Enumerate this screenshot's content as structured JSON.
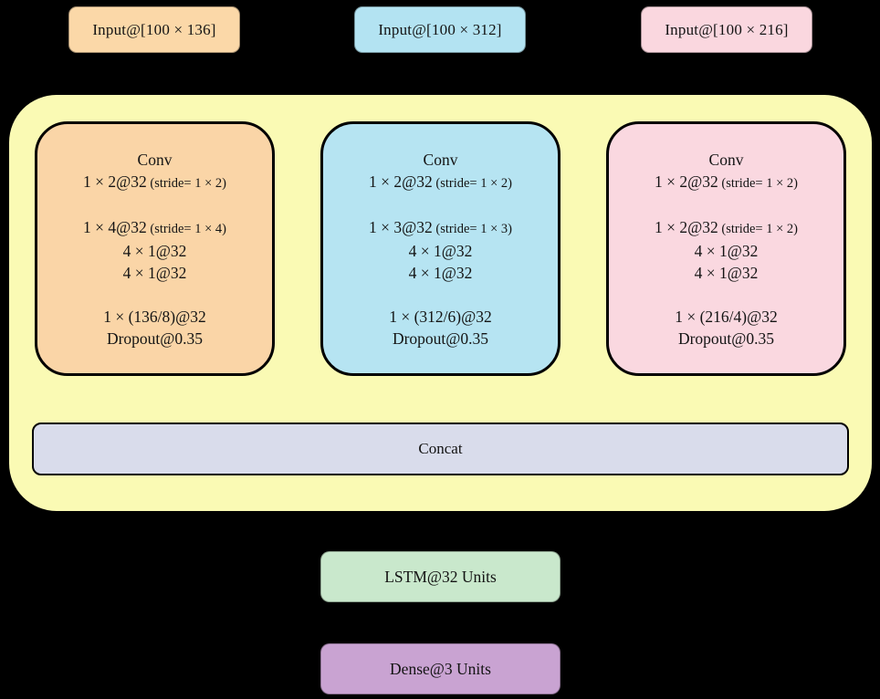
{
  "canvas": {
    "background": "#000000",
    "container_fill": "#FAFAB4"
  },
  "inputs": [
    {
      "label": "Input@[100 × 136]",
      "fill": "#FBD8A8"
    },
    {
      "label": "Input@[100 × 312]",
      "fill": "#B3E3F2"
    },
    {
      "label": "Input@[100 × 216]",
      "fill": "#FAD7DF"
    }
  ],
  "conv_blocks": [
    {
      "fill": "#FAD5A7",
      "lines": [
        {
          "text": "Conv"
        },
        {
          "text": "1 × 2@32",
          "note": " (stride= 1 × 2)"
        },
        {
          "blank": true
        },
        {
          "text": "1 × 4@32",
          "note": " (stride= 1 × 4)"
        },
        {
          "text": "4 × 1@32"
        },
        {
          "text": "4 × 1@32"
        },
        {
          "blank": true
        },
        {
          "text": "1 × (136/8)@32"
        },
        {
          "text": "Dropout@0.35"
        }
      ]
    },
    {
      "fill": "#B6E4F2",
      "lines": [
        {
          "text": "Conv"
        },
        {
          "text": "1 × 2@32",
          "note": " (stride= 1 × 2)"
        },
        {
          "blank": true
        },
        {
          "text": "1 × 3@32",
          "note": " (stride= 1 × 3)"
        },
        {
          "text": "4 × 1@32"
        },
        {
          "text": "4 × 1@32"
        },
        {
          "blank": true
        },
        {
          "text": "1 × (312/6)@32"
        },
        {
          "text": "Dropout@0.35"
        }
      ]
    },
    {
      "fill": "#FAD8E0",
      "lines": [
        {
          "text": "Conv"
        },
        {
          "text": "1 × 2@32",
          "note": " (stride= 1 × 2)"
        },
        {
          "blank": true
        },
        {
          "text": "1 × 2@32",
          "note": " (stride= 1 × 2)"
        },
        {
          "text": "4 × 1@32"
        },
        {
          "text": "4 × 1@32"
        },
        {
          "blank": true
        },
        {
          "text": "1 × (216/4)@32"
        },
        {
          "text": "Dropout@0.35"
        }
      ]
    }
  ],
  "concat": {
    "label": "Concat",
    "fill": "#D9DCEB"
  },
  "lstm": {
    "label": "LSTM@32 Units",
    "fill": "#C9E8CC"
  },
  "dense": {
    "label": "Dense@3 Units",
    "fill": "#C9A3D2"
  }
}
